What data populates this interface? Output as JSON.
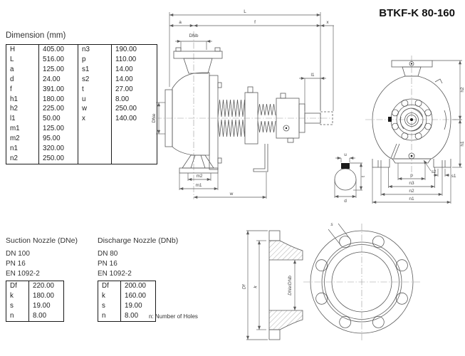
{
  "title": "BTKF-K 80-160",
  "dimensions": {
    "heading": "Dimension (mm)",
    "left": [
      {
        "k": "H",
        "v": "405.00"
      },
      {
        "k": "L",
        "v": "516.00"
      },
      {
        "k": "a",
        "v": "125.00"
      },
      {
        "k": "d",
        "v": "24.00"
      },
      {
        "k": "f",
        "v": "391.00"
      },
      {
        "k": "h1",
        "v": "180.00"
      },
      {
        "k": "h2",
        "v": "225.00"
      },
      {
        "k": "l1",
        "v": "50.00"
      },
      {
        "k": "m1",
        "v": "125.00"
      },
      {
        "k": "m2",
        "v": "95.00"
      },
      {
        "k": "n1",
        "v": "320.00"
      },
      {
        "k": "n2",
        "v": "250.00"
      }
    ],
    "right": [
      {
        "k": "n3",
        "v": "190.00"
      },
      {
        "k": "p",
        "v": "110.00"
      },
      {
        "k": "s1",
        "v": "14.00"
      },
      {
        "k": "s2",
        "v": "14.00"
      },
      {
        "k": "t",
        "v": "27.00"
      },
      {
        "k": "u",
        "v": "8.00"
      },
      {
        "k": "w",
        "v": "250.00"
      },
      {
        "k": "x",
        "v": "140.00"
      }
    ]
  },
  "suction": {
    "heading": "Suction Nozzle (DNe)",
    "dn": "DN 100",
    "pn": "PN 16",
    "std": "EN 1092-2",
    "rows": [
      {
        "k": "Df",
        "v": "220.00"
      },
      {
        "k": "k",
        "v": "180.00"
      },
      {
        "k": "s",
        "v": "19.00"
      },
      {
        "k": "n",
        "v": "8.00"
      }
    ]
  },
  "discharge": {
    "heading": "Discharge Nozzle (DNb)",
    "dn": "DN 80",
    "pn": "PN 16",
    "std": "EN 1092-2",
    "rows": [
      {
        "k": "Df",
        "v": "200.00"
      },
      {
        "k": "k",
        "v": "160.00"
      },
      {
        "k": "s",
        "v": "19.00"
      },
      {
        "k": "n",
        "v": "8.00"
      }
    ],
    "note": "n: Number of Holes"
  },
  "labels": {
    "L": "L",
    "a": "a",
    "f": "f",
    "x": "x",
    "dnb": "DNb",
    "l1": "l1",
    "dne": "DNe",
    "m1": "m1",
    "m2": "m2",
    "w": "w",
    "h1": "h1",
    "h2": "h2",
    "p": "p",
    "n1": "n1",
    "n2": "n2",
    "n3": "n3",
    "s1": "s1",
    "s2": "s2",
    "u": "u",
    "t": "t",
    "d": "d",
    "s": "s",
    "df": "Df",
    "k": "k",
    "dne_dnb": "DNe/DNb"
  }
}
